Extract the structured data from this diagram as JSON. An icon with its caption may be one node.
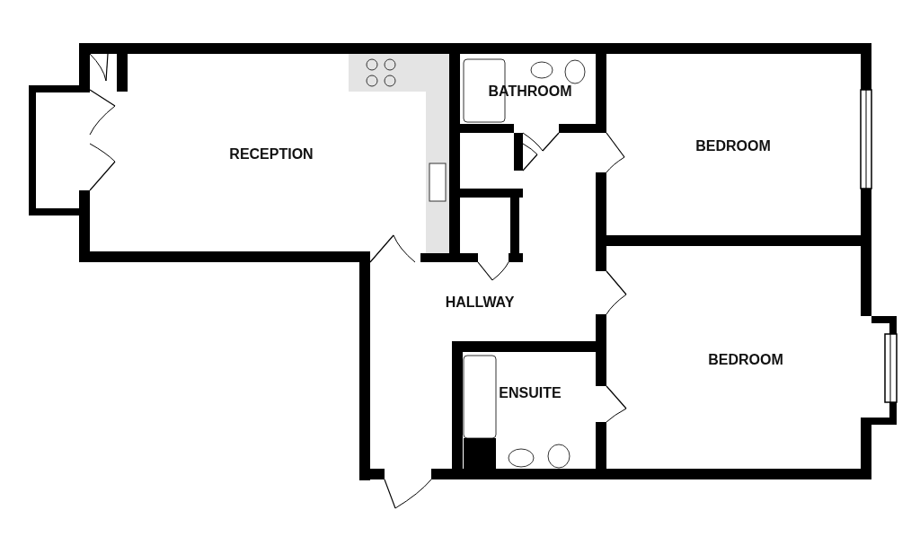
{
  "diagram": {
    "nodes": [
      {
        "text": [
          "RECEPTION"
        ]
      },
      {
        "text": [
          "BATHROOM"
        ]
      },
      {
        "text": [
          "BEDROOM"
        ]
      },
      {
        "text": [
          "HALLWAY"
        ]
      },
      {
        "text": [
          "BEDROOM"
        ]
      },
      {
        "text": [
          "ENSUITE"
        ]
      }
    ]
  }
}
